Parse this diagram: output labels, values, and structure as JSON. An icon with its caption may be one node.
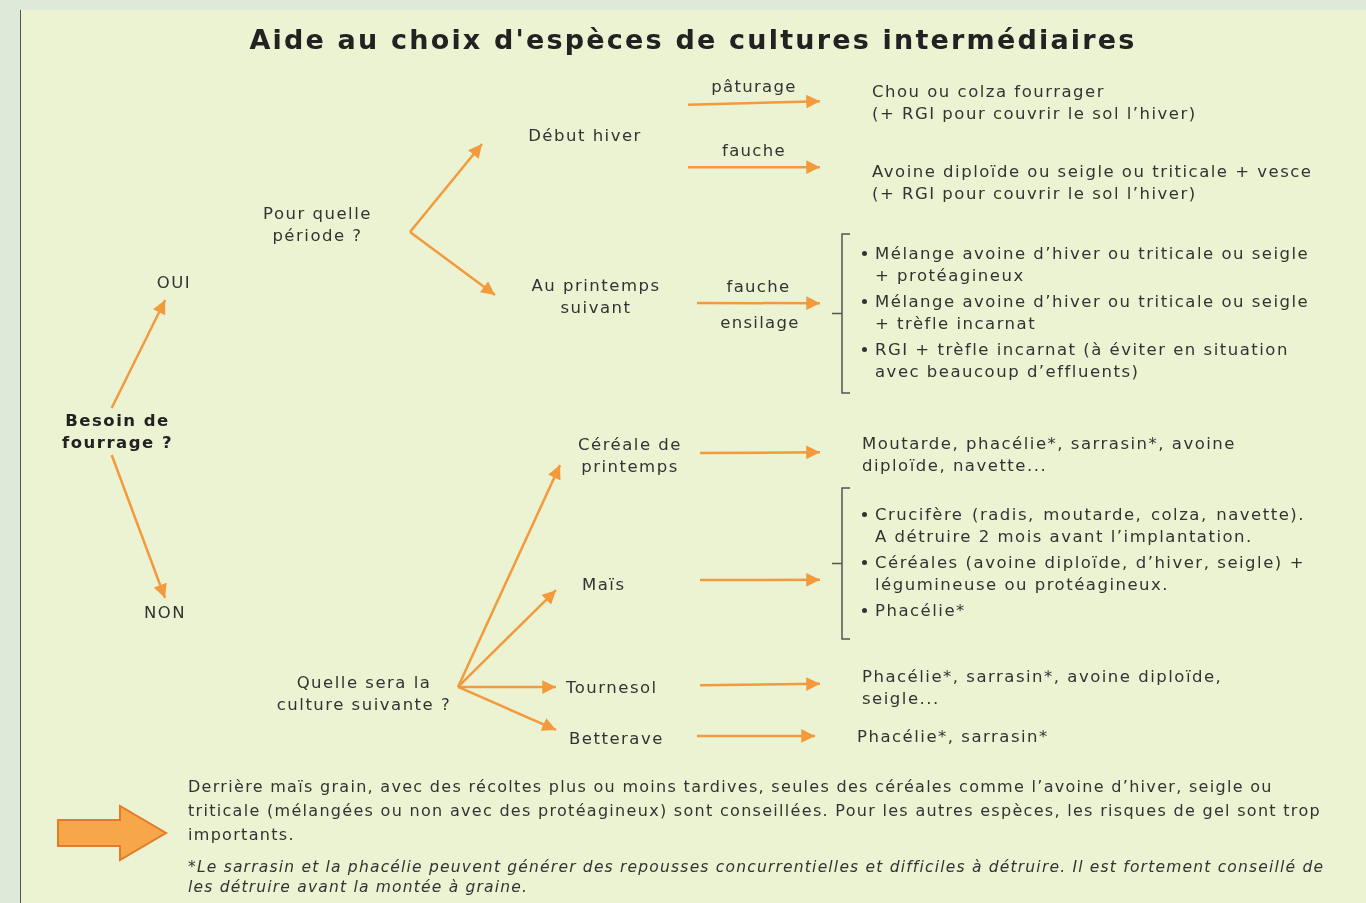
{
  "diagram": {
    "title": "Aide au choix d'espèces de cultures intermédiaires",
    "nodes": [
      {
        "text": [
          "Besoin de fourrage ?"
        ]
      },
      {
        "text": [
          "OUI"
        ]
      },
      {
        "text": [
          "NON"
        ]
      },
      {
        "text": [
          "Pour quelle période ?"
        ]
      },
      {
        "text": [
          "Début hiver"
        ]
      },
      {
        "text": [
          "Au printemps suivant"
        ]
      },
      {
        "text": [
          "Chou ou colza fourrager",
          "(+ RGI pour couvrir le sol l’hiver)"
        ]
      },
      {
        "text": [
          "Avoine diploïde ou seigle ou triticale + vesce",
          "(+ RGI pour couvrir le sol l’hiver)"
        ]
      },
      {
        "text": [
          "Mélange avoine d’hiver ou triticale ou seigle + protéagineux",
          "Mélange avoine d’hiver ou triticale ou seigle + trèfle incarnat",
          "RGI + trèfle incarnat (à éviter en situation avec beaucoup d’effluents)"
        ]
      },
      {
        "text": [
          "Quelle sera la culture suivante ?"
        ]
      },
      {
        "text": [
          "Céréale de printemps"
        ]
      },
      {
        "text": [
          "Maïs"
        ]
      },
      {
        "text": [
          "Tournesol"
        ]
      },
      {
        "text": [
          "Betterave"
        ]
      },
      {
        "text": [
          "Moutarde, phacélie*, sarrasin*, avoine diploïde, navette..."
        ]
      },
      {
        "text": [
          "Crucifère (radis, moutarde, colza, navette). A détruire 2 mois avant l’implantation.",
          "Céréales (avoine diploïde, d’hiver, seigle) + légumineuse ou protéagineux.",
          "Phacélie*"
        ]
      },
      {
        "text": [
          "Phacélie*, sarrasin*, avoine diploïde, seigle..."
        ]
      },
      {
        "text": [
          "Phacélie*, sarrasin*"
        ]
      }
    ],
    "edges": [
      {
        "from": 0,
        "to": 1,
        "arrow": "to"
      },
      {
        "from": 0,
        "to": 2,
        "arrow": "to"
      },
      {
        "from": 3,
        "to": 4,
        "arrow": "to"
      },
      {
        "from": 3,
        "to": 5,
        "arrow": "to"
      },
      {
        "from": 4,
        "to": 6,
        "arrow": "to",
        "label": "pâturage"
      },
      {
        "from": 4,
        "to": 7,
        "arrow": "to",
        "label": "fauche"
      },
      {
        "from": 5,
        "to": 8,
        "arrow": "to",
        "label": "fauche"
      },
      {
        "from": 9,
        "to": 10,
        "arrow": "to"
      },
      {
        "from": 9,
        "to": 11,
        "arrow": "to"
      },
      {
        "from": 9,
        "to": 12,
        "arrow": "to"
      },
      {
        "from": 9,
        "to": 13,
        "arrow": "to"
      },
      {
        "from": 10,
        "to": 14,
        "arrow": "to"
      },
      {
        "from": 11,
        "to": 15,
        "arrow": "to"
      },
      {
        "from": 12,
        "to": 16,
        "arrow": "to"
      },
      {
        "from": 13,
        "to": 17,
        "arrow": "to"
      }
    ],
    "labels": [
      "ensilage",
      "Derrière maïs grain, avec des récoltes plus ou moins tardives, seules des céréales comme l’avoine d’hiver, seigle ou triticale (mélangées ou non avec des protéagineux) sont conseillées. Pour les autres espèces, les risques de gel sont trop importants.",
      "*Le sarrasin et la phacélie peuvent générer des repousses concurrentielles et difficiles à détruire. Il est fortement conseillé de les détruire avant la montée à graine."
    ]
  }
}
